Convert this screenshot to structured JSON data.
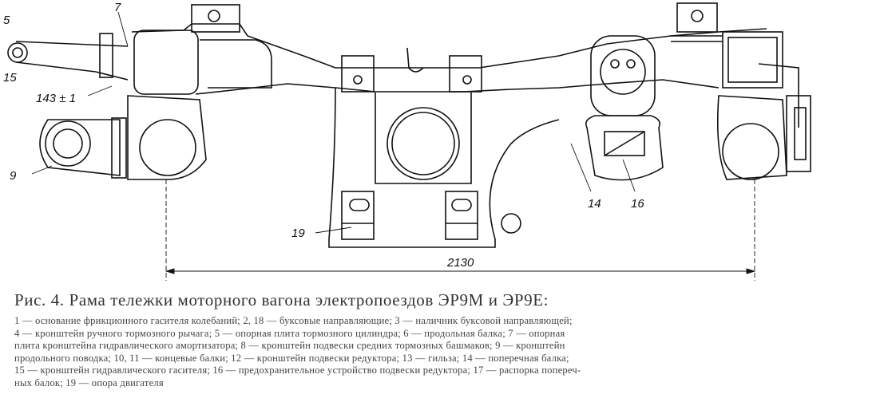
{
  "drawing": {
    "callouts": {
      "c5": "5",
      "c15": "15",
      "c7": "7",
      "tolerance": "143 ± 1",
      "c9": "9",
      "c19": "19",
      "c14": "14",
      "c16": "16",
      "dimension": "2130"
    }
  },
  "caption": {
    "title": "Рис. 4. Рама тележки моторного вагона электропоездов ЭР9М и ЭР9Е:",
    "lines": [
      "1 — основание фрикционного гасителя колебаний; 2, 18 — буксовые направляющие; 3 — наличник буксовой направляющей;",
      "4 — кронштейн ручного тормозного рычага; 5 — опорная плита тормозного цилиндра; 6 — продольная балка; 7 — опорная",
      "плита кронштейна гидравлического амортизатора; 8 — кронштейн подвески средних тормозных башмаков; 9 — кронштейн",
      "продольного поводка; 10, 11 — концевые балки; 12 — кронштейн подвески редуктора; 13 — гильза; 14 — поперечная балка;",
      "15 — кронштейн гидравлического гасителя; 16 — предохранительное устройство подвески редуктора; 17 — распорка попереч-",
      "ных балок; 19 — опора двигателя"
    ]
  }
}
